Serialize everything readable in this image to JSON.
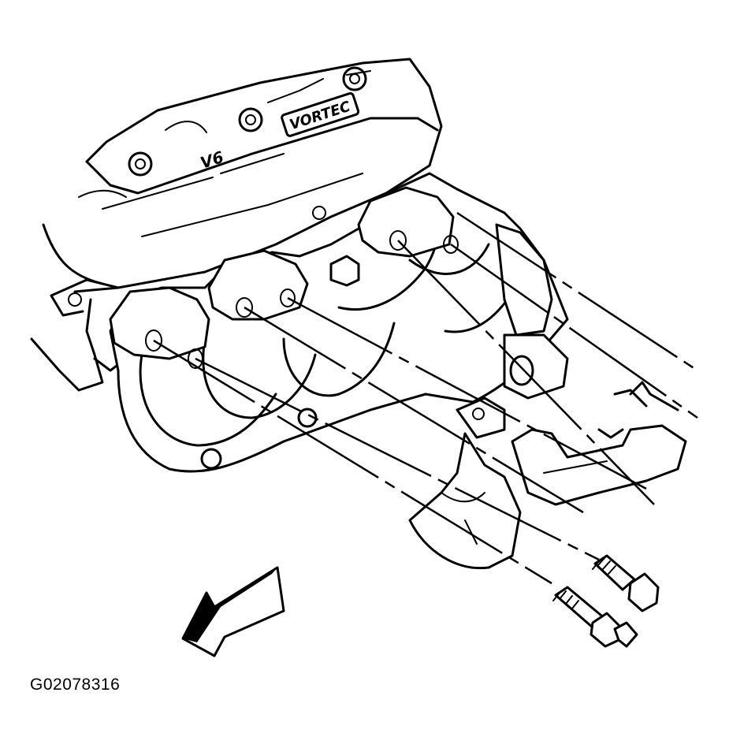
{
  "figure_id": "G02078316",
  "engine_badges": [
    "VORTEC",
    "V6"
  ],
  "colors": {
    "ink": "#000000",
    "paper": "#ffffff"
  }
}
